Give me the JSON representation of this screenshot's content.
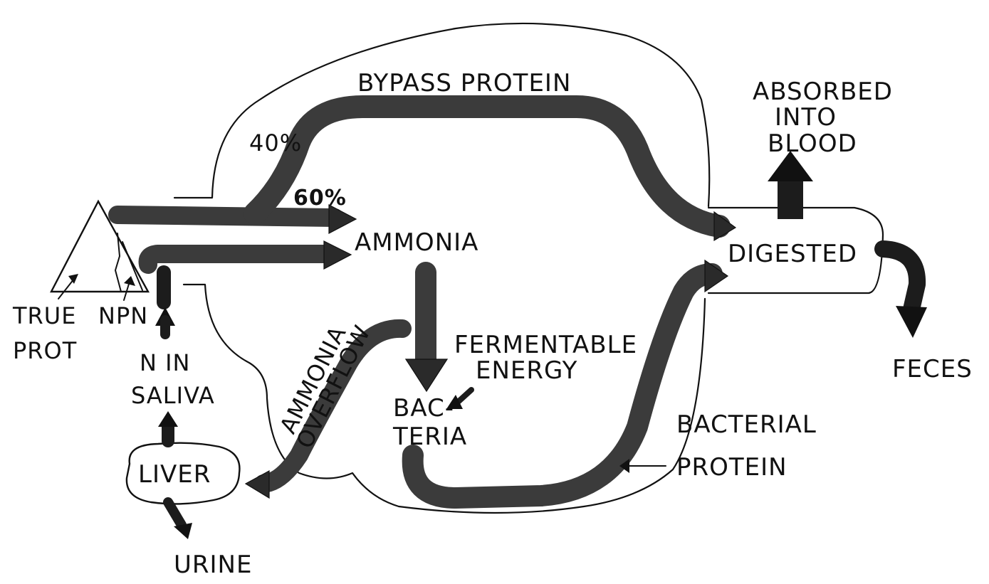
{
  "labels": {
    "bypass_protein": "BYPASS PROTEIN",
    "absorbed_line1": "ABSORBED",
    "absorbed_line2": "INTO",
    "absorbed_line3": "BLOOD",
    "pct_40": "40%",
    "pct_60": "60%",
    "ammonia": "AMMONIA",
    "digested": "DIGESTED",
    "true_line1": "TRUE",
    "true_line2": "PROT",
    "npn": "NPN",
    "n_in_line1": "N IN",
    "n_in_line2": "SALIVA",
    "ammonia_overflow_line1": "AMMONIA",
    "ammonia_overflow_line2": "OVERFLOW",
    "fermentable_line1": "FERMENTABLE",
    "fermentable_line2": "ENERGY",
    "bacteria_line1": "BAC-",
    "bacteria_line2": "TERIA",
    "feces": "FECES",
    "bacterial_protein_line1": "BACTERIAL",
    "bacterial_protein_line2": "PROTEIN",
    "liver": "LIVER",
    "urine": "URINE"
  },
  "colors": {
    "ink": "#111111",
    "band": "#3b3b3b",
    "band_dark": "#1c1c1c",
    "background": "#ffffff"
  }
}
